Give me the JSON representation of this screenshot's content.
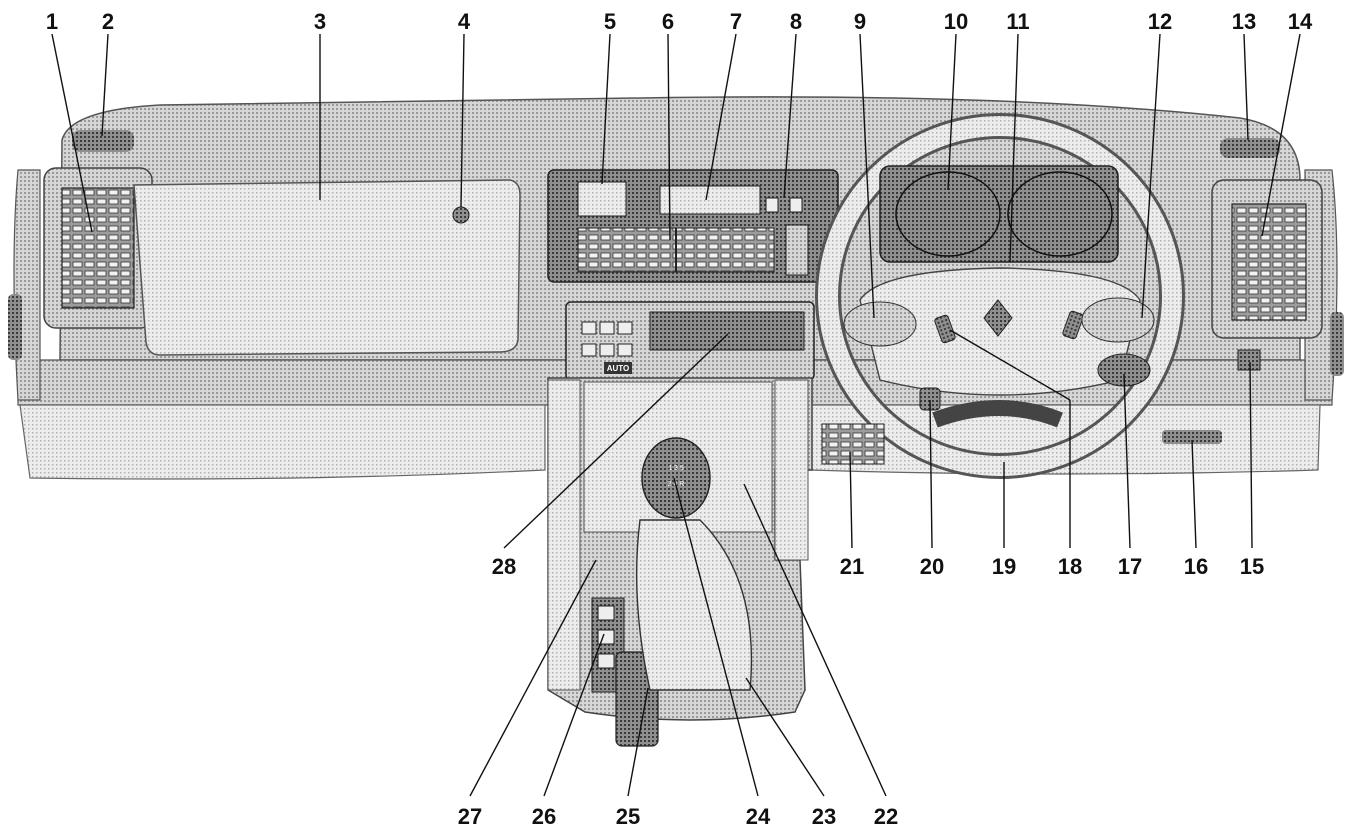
{
  "diagram": {
    "callouts": [
      "1",
      "2",
      "3",
      "4",
      "5",
      "6",
      "7",
      "8",
      "9",
      "10",
      "11",
      "12",
      "13",
      "14",
      "15",
      "16",
      "17",
      "18",
      "19",
      "20",
      "21",
      "22",
      "23",
      "24",
      "25",
      "26",
      "27",
      "28"
    ],
    "colors": {
      "ink": "#111111",
      "dash": "#c9c9c9",
      "panel": "#b4b4b4",
      "background": "#ffffff"
    },
    "controls": {
      "climate_auto": "AUTO",
      "shift_pattern_upper": "1 3 5",
      "shift_pattern_lower": "2 4 R"
    }
  }
}
